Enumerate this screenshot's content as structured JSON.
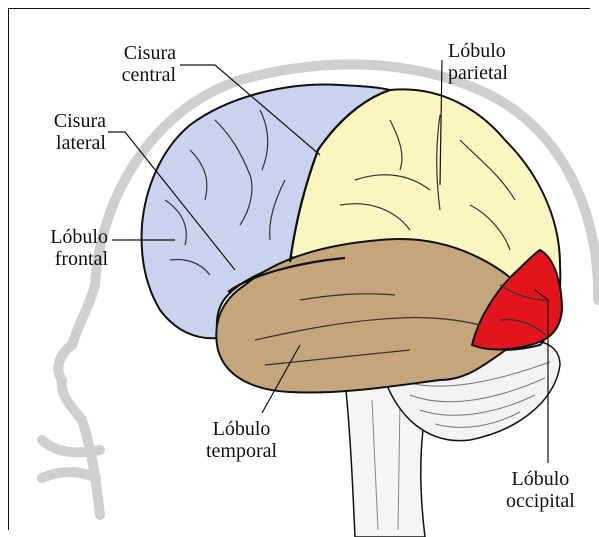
{
  "labels": {
    "cisura_central": [
      "Cisura",
      "central"
    ],
    "cisura_lateral": [
      "Cisura",
      "lateral"
    ],
    "lobulo_frontal": [
      "Lóbulo",
      "frontal"
    ],
    "lobulo_parietal": [
      "Lóbulo",
      "parietal"
    ],
    "lobulo_temporal": [
      "Lóbulo",
      "temporal"
    ],
    "lobulo_occipital": [
      "Lóbulo",
      "occipital"
    ]
  },
  "colors": {
    "frontal": "#c9d2ef",
    "parietal": "#fbf5bf",
    "temporal": "#c5a57b",
    "occipital": "#e3141c",
    "cerebellum": "#f3f3f3",
    "head_outline": "#cfcfcf",
    "outline": "#111111"
  }
}
